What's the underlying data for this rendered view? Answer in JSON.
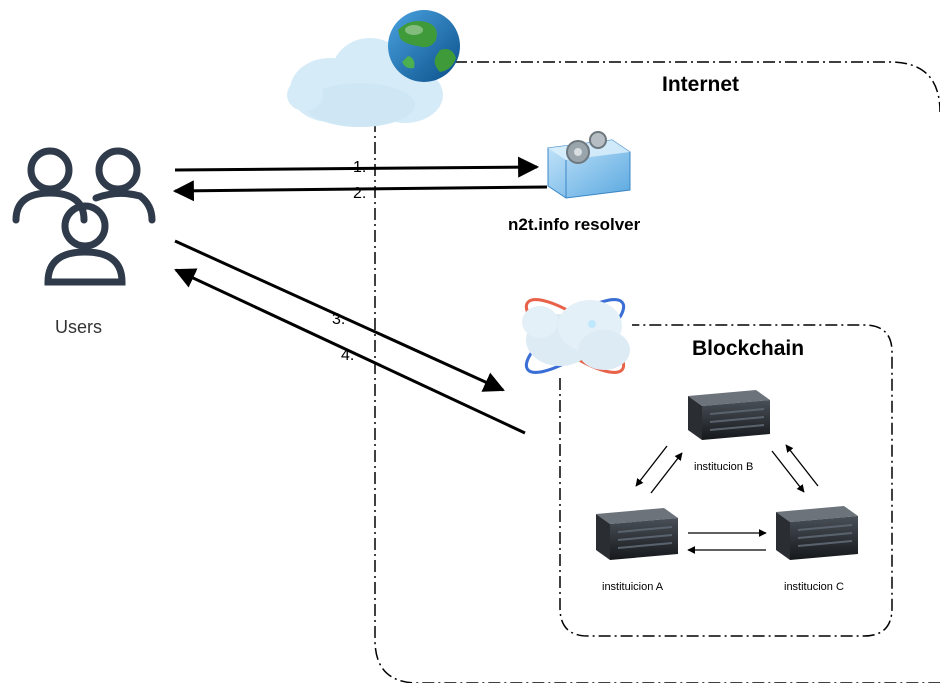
{
  "internet": {
    "label": "Internet"
  },
  "resolver": {
    "label": "n2t.info resolver"
  },
  "users": {
    "label": "Users"
  },
  "blockchain": {
    "label": "Blockchain"
  },
  "steps": [
    "1.",
    "2.",
    "3.",
    "4."
  ],
  "nodes": {
    "a": "instituicion A",
    "b": "institucion B",
    "c": "institucion C"
  },
  "colors": {
    "stroke": "#000000",
    "users_icon": "#2f3a4a",
    "cloud": "#cfe6f5",
    "resolver_box": "#8ec8ef",
    "server_body": "#1f2226"
  }
}
